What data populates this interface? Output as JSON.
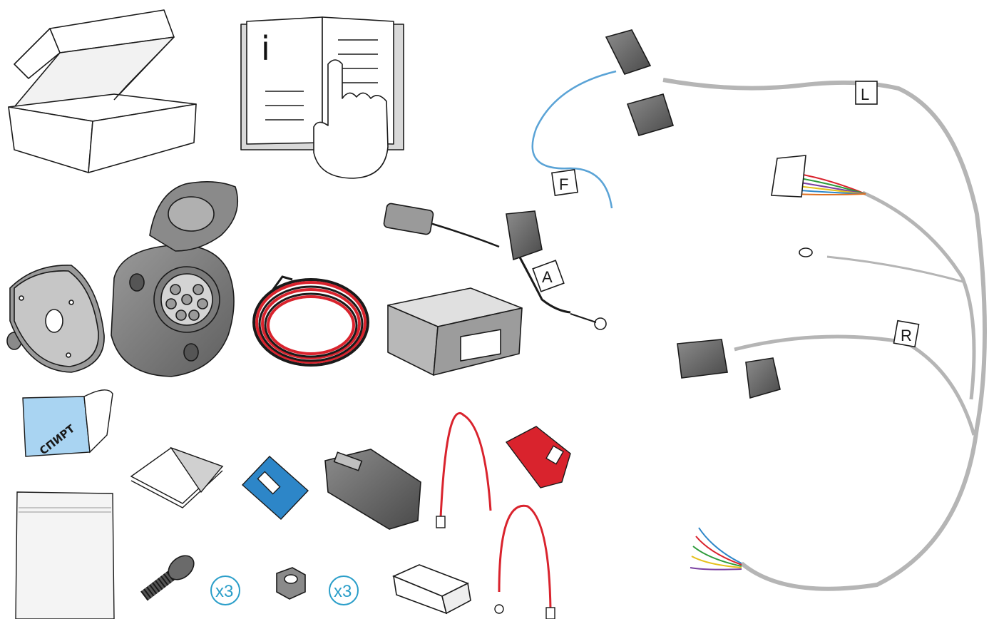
{
  "labels": {
    "left_harness": "L",
    "right_harness": "R",
    "fog_wire": "F",
    "adapter": "A",
    "manual_info": "i",
    "cleaner_text": "СПИРТ",
    "screw_qty": "x3",
    "nut_qty": "x3"
  },
  "colors": {
    "outline": "#1a1a1a",
    "harness_grey": "#b5b5b5",
    "connector_grey": "#6f6f6f",
    "blue_wire": "#5aa3d6",
    "red": "#d9232d",
    "fuse_blue": "#2d86c8",
    "cleaner_blue": "#a9d4f2",
    "qty_circle": "#2a9ec9"
  },
  "icons": [
    "box-icon",
    "manual-icon",
    "socket-icon",
    "gasket-icon",
    "wire-coil-icon",
    "control-module-icon",
    "harness-icon",
    "fuse-icon",
    "connector-icon",
    "screw-icon",
    "nut-icon",
    "zip-bag-icon",
    "cleaning-wipe-icon",
    "scotchlok-icon"
  ]
}
